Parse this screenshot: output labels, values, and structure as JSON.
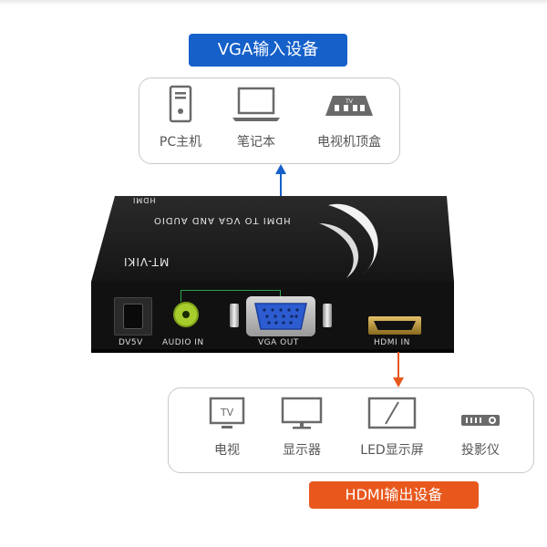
{
  "vga_input": {
    "title": "VGA输入设备",
    "devices": [
      {
        "label": "PC主机",
        "icon": "pc-tower-icon"
      },
      {
        "label": "笔记本",
        "icon": "laptop-icon"
      },
      {
        "label": "电视机顶盒",
        "icon": "tv-set-top-box-icon"
      }
    ]
  },
  "hdmi_output": {
    "title": "HDMI输出设备",
    "devices": [
      {
        "label": "电视",
        "icon": "tv-icon"
      },
      {
        "label": "显示器",
        "icon": "monitor-icon"
      },
      {
        "label": "LED显示屏",
        "icon": "led-screen-icon"
      },
      {
        "label": "投影仪",
        "icon": "projector-icon"
      }
    ]
  },
  "device": {
    "brand": "MT-VIKI",
    "model_text": "HDMI TO VGA AND AUDIO",
    "logo_text": "HDMI",
    "ports": {
      "power": "DV5V",
      "audio": "AUDIO IN",
      "vga": "VGA OUT",
      "hdmi": "HDMI IN"
    },
    "tv_icon_text": "TV"
  },
  "colors": {
    "vga_accent": "#1560c9",
    "hdmi_accent": "#e8581d",
    "audio_port": "#a7cd2c"
  }
}
